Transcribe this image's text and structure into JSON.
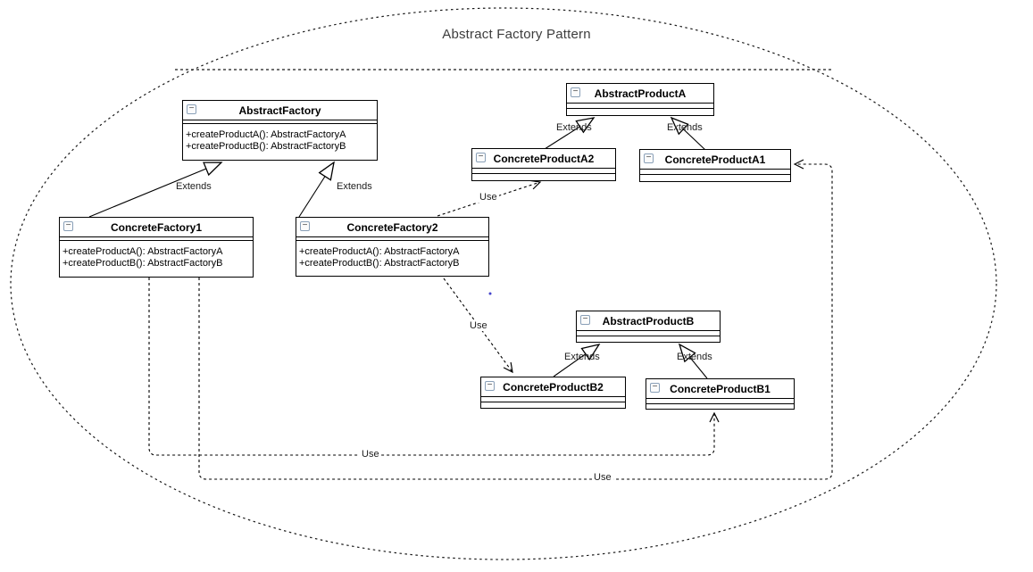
{
  "diagram": {
    "title": "Abstract Factory Pattern",
    "collapse_glyph": "−",
    "classes": {
      "abstractFactory": {
        "name": "AbstractFactory",
        "methods": [
          "+createProductA(): AbstractFactoryA",
          "+createProductB(): AbstractFactoryB"
        ]
      },
      "concreteFactory1": {
        "name": "ConcreteFactory1",
        "methods": [
          "+createProductA(): AbstractFactoryA",
          "+createProductB(): AbstractFactoryB"
        ]
      },
      "concreteFactory2": {
        "name": "ConcreteFactory2",
        "methods": [
          "+createProductA(): AbstractFactoryA",
          "+createProductB(): AbstractFactoryB"
        ]
      },
      "abstractProductA": {
        "name": "AbstractProductA"
      },
      "concreteProductA2": {
        "name": "ConcreteProductA2"
      },
      "concreteProductA1": {
        "name": "ConcreteProductA1"
      },
      "abstractProductB": {
        "name": "AbstractProductB"
      },
      "concreteProductB2": {
        "name": "ConcreteProductB2"
      },
      "concreteProductB1": {
        "name": "ConcreteProductB1"
      }
    },
    "relationships": [
      {
        "from": "ConcreteFactory1",
        "to": "AbstractFactory",
        "type": "extends",
        "label": "Extends"
      },
      {
        "from": "ConcreteFactory2",
        "to": "AbstractFactory",
        "type": "extends",
        "label": "Extends"
      },
      {
        "from": "ConcreteProductA2",
        "to": "AbstractProductA",
        "type": "extends",
        "label": "Extends"
      },
      {
        "from": "ConcreteProductA1",
        "to": "AbstractProductA",
        "type": "extends",
        "label": "Extends"
      },
      {
        "from": "ConcreteProductB2",
        "to": "AbstractProductB",
        "type": "extends",
        "label": "Extends"
      },
      {
        "from": "ConcreteProductB1",
        "to": "AbstractProductB",
        "type": "extends",
        "label": "Extends"
      },
      {
        "from": "ConcreteFactory2",
        "to": "ConcreteProductA2",
        "type": "use",
        "label": "Use"
      },
      {
        "from": "ConcreteFactory2",
        "to": "ConcreteProductB2",
        "type": "use",
        "label": "Use"
      },
      {
        "from": "ConcreteFactory1",
        "to": "ConcreteProductB1",
        "type": "use",
        "label": "Use"
      },
      {
        "from": "ConcreteFactory1",
        "to": "ConcreteProductA1",
        "type": "use",
        "label": "Use"
      }
    ],
    "colors": {
      "line": "#1a1a1a",
      "box_border": "#000000",
      "background": "#ffffff",
      "stray_dot": "#4444cc"
    }
  }
}
